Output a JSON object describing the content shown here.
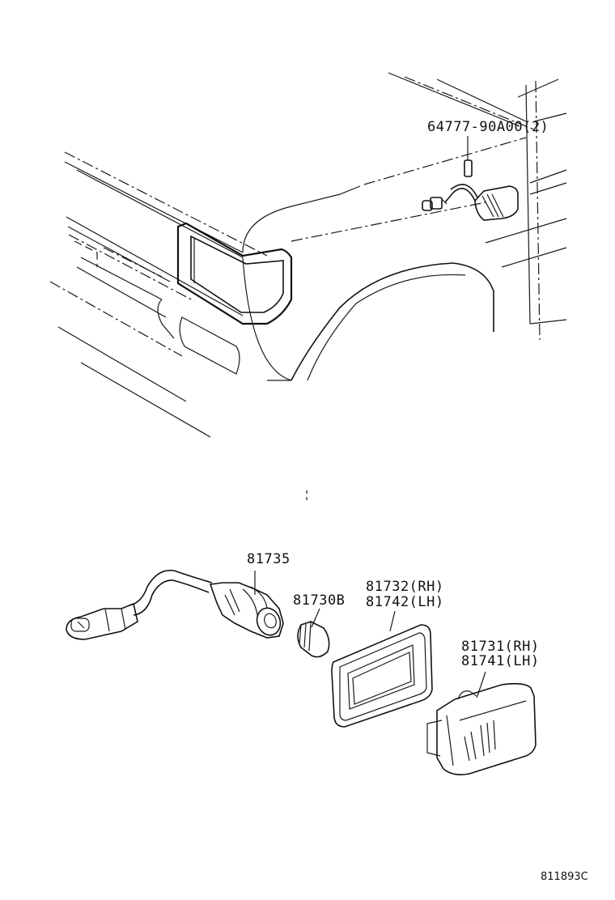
{
  "labels": {
    "clip": "64777-90A00(2)",
    "socket": "81735",
    "bulb": "81730B",
    "gasket_rh": "81732(RH)",
    "gasket_lh": "81742(LH)",
    "lens_rh": "81731(RH)",
    "lens_lh": "81741(LH)"
  },
  "figure_code": "811893C"
}
